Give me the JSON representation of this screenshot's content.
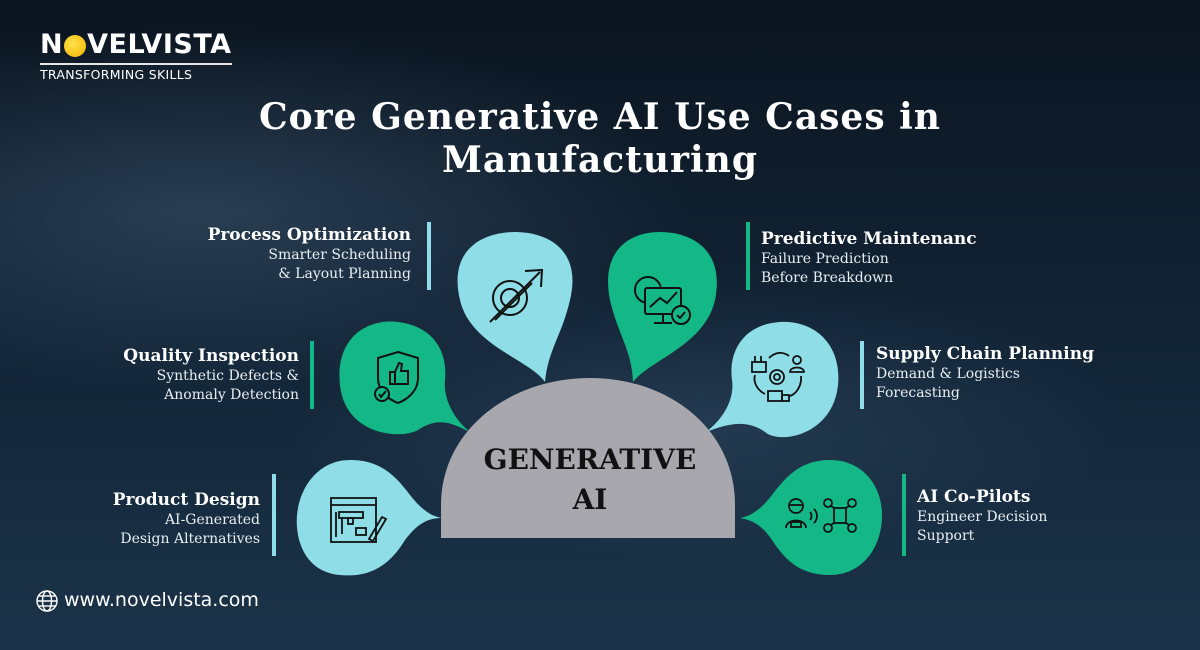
{
  "brand": {
    "name_prefix": "N",
    "name_suffix": "VELVISTA",
    "tagline": "TRANSFORMING SKILLS"
  },
  "title": {
    "line1": "Core Generative AI Use Cases in",
    "line2": "Manufacturing"
  },
  "center": {
    "line1": "GENERATIVE",
    "line2": "AI",
    "color": "#a7a7ad"
  },
  "colors": {
    "teal_light": "#8fdde6",
    "green": "#14b886",
    "bg_dark": "#0e1b29"
  },
  "use_cases": [
    {
      "title": "Process Optimization",
      "desc1": "Smarter Scheduling",
      "desc2": "& Layout Planning",
      "icon": "gear-arrow-icon",
      "color": "light"
    },
    {
      "title": "Predictive Maintenanc",
      "desc1": "Failure Prediction",
      "desc2": "Before Breakdown",
      "icon": "monitor-gear-check-icon",
      "color": "green"
    },
    {
      "title": "Quality Inspection",
      "desc1": "Synthetic Defects &",
      "desc2": "Anomaly Detection",
      "icon": "shield-thumbs-up-icon",
      "color": "green"
    },
    {
      "title": "Supply Chain Planning",
      "desc1": "Demand & Logistics",
      "desc2": "Forecasting",
      "icon": "supply-cycle-icon",
      "color": "light"
    },
    {
      "title": "Product Design",
      "desc1": "AI-Generated",
      "desc2": "Design Alternatives",
      "icon": "blueprint-pencil-icon",
      "color": "light"
    },
    {
      "title": "AI Co-Pilots",
      "desc1": "Engineer Decision",
      "desc2": "Support",
      "icon": "pilot-drone-icon",
      "color": "green"
    }
  ],
  "footer": {
    "url": "www.novelvista.com",
    "icon": "globe-icon"
  }
}
